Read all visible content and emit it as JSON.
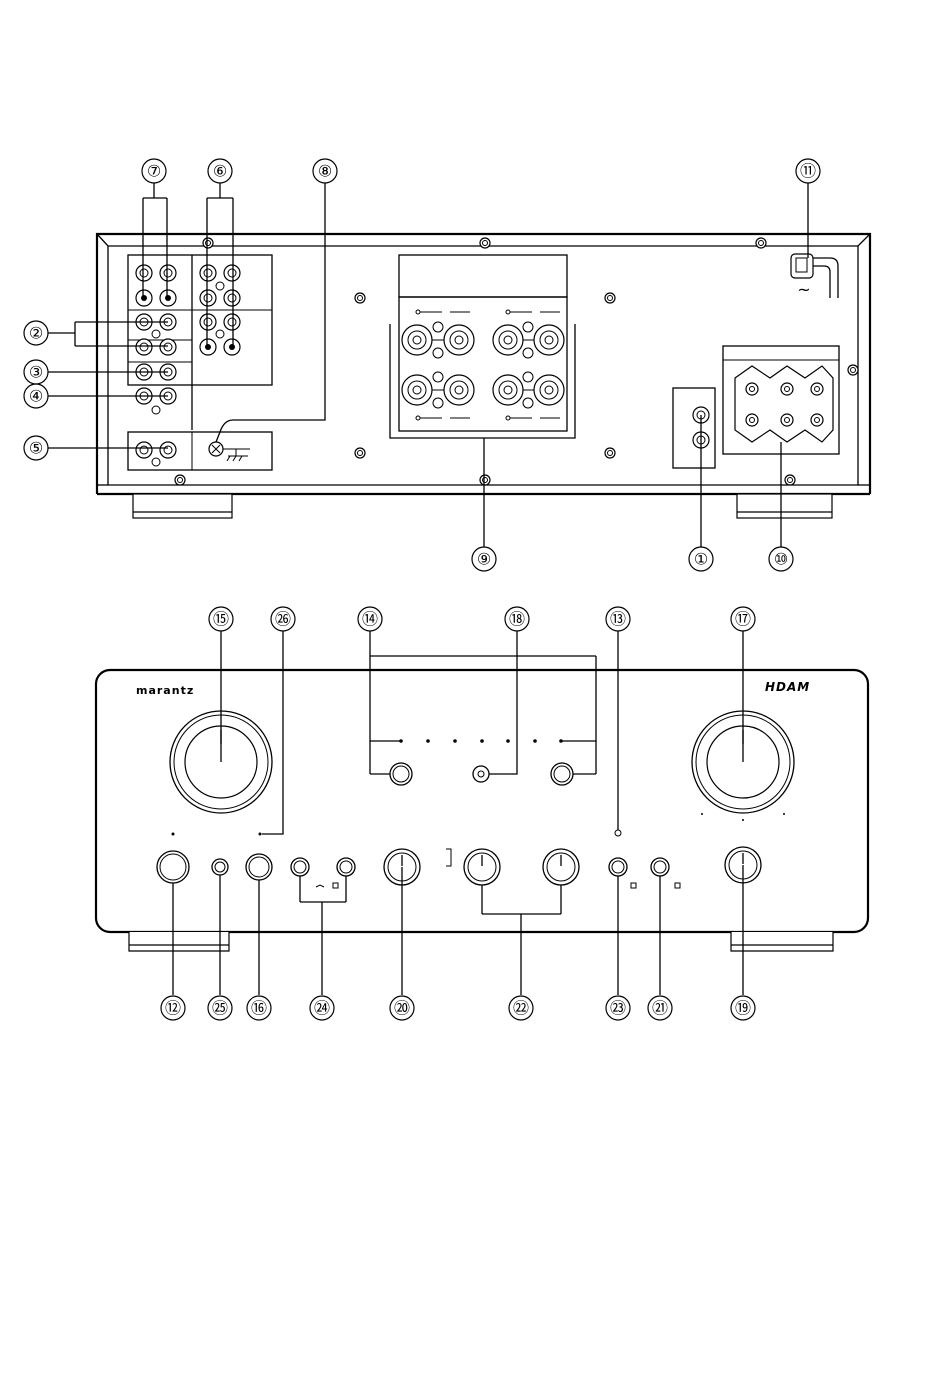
{
  "callouts": {
    "rear": {
      "c1": "①",
      "c2": "②",
      "c3": "③",
      "c4": "④",
      "c5": "⑤",
      "c6": "⑥",
      "c7": "⑦",
      "c8": "⑧",
      "c9": "⑨",
      "c10": "⑩",
      "c11": "⑪"
    },
    "front": {
      "c12": "⑫",
      "c13": "⑬",
      "c14": "⑭",
      "c15": "⑮",
      "c16": "⑯",
      "c17": "⑰",
      "c18": "⑱",
      "c19": "⑲",
      "c20": "⑳",
      "c21": "㉑",
      "c22": "㉒",
      "c23": "㉓",
      "c24": "㉔",
      "c25": "㉕",
      "c26": "㉖"
    }
  },
  "front_panel": {
    "brand": "marantz",
    "badge": "HDAM"
  },
  "rear_panel": {
    "ac_symbol": "~"
  },
  "icons": [
    "ground-symbol-icon",
    "ac-symbol-icon"
  ]
}
